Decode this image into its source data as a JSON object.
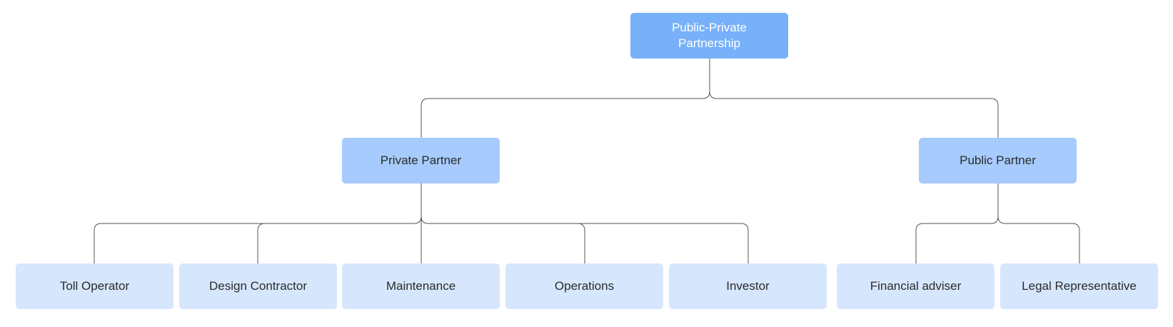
{
  "diagram": {
    "root": {
      "label": "Public-Private\nPartnership"
    },
    "private_partner": {
      "label": "Private Partner",
      "children": [
        "Toll Operator",
        "Design Contractor",
        "Maintenance",
        "Operations",
        "Investor"
      ]
    },
    "public_partner": {
      "label": "Public Partner",
      "children": [
        "Financial adviser",
        "Legal Representative"
      ]
    },
    "colors": {
      "root_fill": "#78b1fa",
      "level2_fill": "#a6cbfc",
      "level3_fill": "#d6e7fd",
      "connector": "#555555"
    }
  }
}
